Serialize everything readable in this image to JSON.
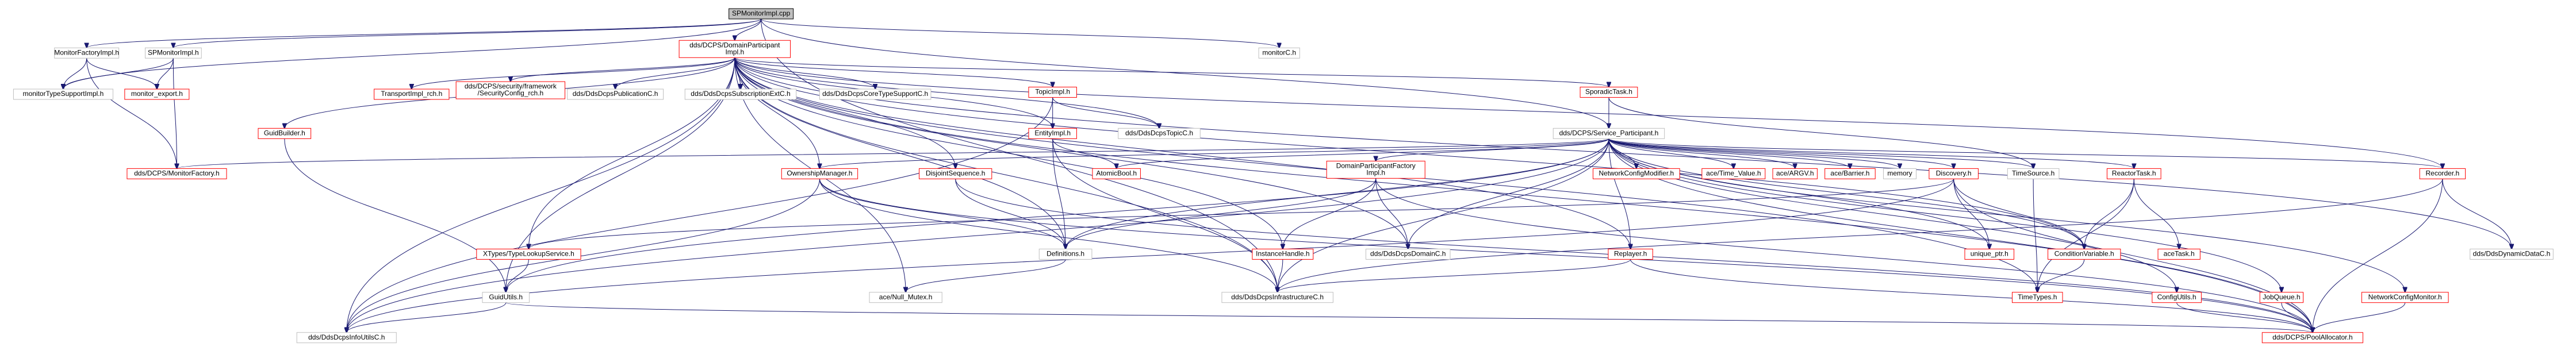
{
  "nodes": [
    {
      "id": "root",
      "lines": [
        "SPMonitorImpl.cpp"
      ],
      "style": "root"
    },
    {
      "id": "monitorfactoryimpl",
      "lines": [
        "MonitorFactoryImpl.h"
      ],
      "style": "normal"
    },
    {
      "id": "spmonitorimpl_h",
      "lines": [
        "SPMonitorImpl.h"
      ],
      "style": "normal"
    },
    {
      "id": "domainparticipantimpl",
      "lines": [
        "dds/DCPS/DomainParticipant",
        "Impl.h"
      ],
      "style": "red"
    },
    {
      "id": "monitorc",
      "lines": [
        "monitorC.h"
      ],
      "style": "plain"
    },
    {
      "id": "monitortypesupportimpl",
      "lines": [
        "monitorTypeSupportImpl.h"
      ],
      "style": "plain"
    },
    {
      "id": "monitor_export",
      "lines": [
        "monitor_export.h"
      ],
      "style": "red"
    },
    {
      "id": "transportimpl_rch",
      "lines": [
        "TransportImpl_rch.h"
      ],
      "style": "red"
    },
    {
      "id": "securityconfig_rch",
      "lines": [
        "dds/DCPS/security/framework",
        "/SecurityConfig_rch.h"
      ],
      "style": "red"
    },
    {
      "id": "ddsdcpspublicationc",
      "lines": [
        "dds/DdsDcpsPublicationC.h"
      ],
      "style": "plain"
    },
    {
      "id": "ddsdcpssubscriptionextc",
      "lines": [
        "dds/DdsDcpsSubscriptionExtC.h"
      ],
      "style": "plain"
    },
    {
      "id": "ddsdcpscoretypesupportc",
      "lines": [
        "dds/DdsDcpsCoreTypeSupportC.h"
      ],
      "style": "plain"
    },
    {
      "id": "topicimpl",
      "lines": [
        "TopicImpl.h"
      ],
      "style": "red"
    },
    {
      "id": "sporadictask",
      "lines": [
        "SporadicTask.h"
      ],
      "style": "red"
    },
    {
      "id": "guidbuilder",
      "lines": [
        "GuidBuilder.h"
      ],
      "style": "red"
    },
    {
      "id": "entityimpl",
      "lines": [
        "EntityImpl.h"
      ],
      "style": "red"
    },
    {
      "id": "ddsdcpstopicc",
      "lines": [
        "dds/DdsDcpsTopicC.h"
      ],
      "style": "plain"
    },
    {
      "id": "service_participant",
      "lines": [
        "dds/DCPS/Service_Participant.h"
      ],
      "style": "normal"
    },
    {
      "id": "dcps_monitorfactory",
      "lines": [
        "dds/DCPS/MonitorFactory.h"
      ],
      "style": "red"
    },
    {
      "id": "ownershipmanager",
      "lines": [
        "OwnershipManager.h"
      ],
      "style": "red"
    },
    {
      "id": "disjointsequence",
      "lines": [
        "DisjointSequence.h"
      ],
      "style": "red"
    },
    {
      "id": "atomicbool",
      "lines": [
        "AtomicBool.h"
      ],
      "style": "red"
    },
    {
      "id": "domainparticipantfactoryimpl",
      "lines": [
        "DomainParticipantFactory",
        "Impl.h"
      ],
      "style": "red"
    },
    {
      "id": "networkconfigmodifier",
      "lines": [
        "NetworkConfigModifier.h"
      ],
      "style": "red"
    },
    {
      "id": "ace_time_value",
      "lines": [
        "ace/Time_Value.h"
      ],
      "style": "red"
    },
    {
      "id": "ace_argv",
      "lines": [
        "ace/ARGV.h"
      ],
      "style": "red"
    },
    {
      "id": "ace_barrier",
      "lines": [
        "ace/Barrier.h"
      ],
      "style": "red"
    },
    {
      "id": "memory",
      "lines": [
        "memory"
      ],
      "style": "plain"
    },
    {
      "id": "discovery",
      "lines": [
        "Discovery.h"
      ],
      "style": "red"
    },
    {
      "id": "timesource",
      "lines": [
        "TimeSource.h"
      ],
      "style": "normal"
    },
    {
      "id": "reactortask",
      "lines": [
        "ReactorTask.h"
      ],
      "style": "red"
    },
    {
      "id": "recorder",
      "lines": [
        "Recorder.h"
      ],
      "style": "red"
    },
    {
      "id": "ddsdynamicdatac",
      "lines": [
        "dds/DdsDynamicDataC.h"
      ],
      "style": "plain"
    },
    {
      "id": "xtypes_typelookupservice",
      "lines": [
        "XTypes/TypeLookupService.h"
      ],
      "style": "red"
    },
    {
      "id": "definitions",
      "lines": [
        "Definitions.h"
      ],
      "style": "normal"
    },
    {
      "id": "ddsdcpsdomainc",
      "lines": [
        "dds/DdsDcpsDomainC.h"
      ],
      "style": "plain"
    },
    {
      "id": "instancehandle",
      "lines": [
        "InstanceHandle.h"
      ],
      "style": "red"
    },
    {
      "id": "replayer",
      "lines": [
        "Replayer.h"
      ],
      "style": "red"
    },
    {
      "id": "unique_ptr",
      "lines": [
        "unique_ptr.h"
      ],
      "style": "red"
    },
    {
      "id": "conditionvariable",
      "lines": [
        "ConditionVariable.h"
      ],
      "style": "red"
    },
    {
      "id": "acetask",
      "lines": [
        "aceTask.h"
      ],
      "style": "red"
    },
    {
      "id": "guidutils",
      "lines": [
        "GuidUtils.h"
      ],
      "style": "normal"
    },
    {
      "id": "ace_null_mutex",
      "lines": [
        "ace/Null_Mutex.h"
      ],
      "style": "plain"
    },
    {
      "id": "ddsdcpsinfrastructurec",
      "lines": [
        "dds/DdsDcpsInfrastructureC.h"
      ],
      "style": "plain"
    },
    {
      "id": "timetypes",
      "lines": [
        "TimeTypes.h"
      ],
      "style": "red"
    },
    {
      "id": "configutils",
      "lines": [
        "ConfigUtils.h"
      ],
      "style": "red"
    },
    {
      "id": "jobqueue",
      "lines": [
        "JobQueue.h"
      ],
      "style": "red"
    },
    {
      "id": "networkconfigmonitor",
      "lines": [
        "NetworkConfigMonitor.h"
      ],
      "style": "red"
    },
    {
      "id": "ddsdcpsinfoutilsc",
      "lines": [
        "dds/DdsDcpsInfoUtilsC.h"
      ],
      "style": "plain"
    },
    {
      "id": "dcps_poolallocator",
      "lines": [
        "dds/DCPS/PoolAllocator.h"
      ],
      "style": "red"
    }
  ],
  "edges": [
    [
      "root",
      "monitorfactoryimpl"
    ],
    [
      "root",
      "spmonitorimpl_h"
    ],
    [
      "root",
      "domainparticipantimpl"
    ],
    [
      "root",
      "monitorc"
    ],
    [
      "root",
      "monitortypesupportimpl"
    ],
    [
      "root",
      "service_participant"
    ],
    [
      "root",
      "ddsdcpsinfrastructurec"
    ],
    [
      "monitorfactoryimpl",
      "dcps_monitorfactory"
    ],
    [
      "monitorfactoryimpl",
      "monitortypesupportimpl"
    ],
    [
      "monitorfactoryimpl",
      "monitor_export"
    ],
    [
      "spmonitorimpl_h",
      "dcps_monitorfactory"
    ],
    [
      "spmonitorimpl_h",
      "monitortypesupportimpl"
    ],
    [
      "spmonitorimpl_h",
      "monitor_export"
    ],
    [
      "domainparticipantimpl",
      "transportimpl_rch"
    ],
    [
      "domainparticipantimpl",
      "securityconfig_rch"
    ],
    [
      "domainparticipantimpl",
      "ddsdcpspublicationc"
    ],
    [
      "domainparticipantimpl",
      "ddsdcpssubscriptionextc"
    ],
    [
      "domainparticipantimpl",
      "ddsdcpscoretypesupportc"
    ],
    [
      "domainparticipantimpl",
      "topicimpl"
    ],
    [
      "domainparticipantimpl",
      "sporadictask"
    ],
    [
      "domainparticipantimpl",
      "guidbuilder"
    ],
    [
      "domainparticipantimpl",
      "entityimpl"
    ],
    [
      "domainparticipantimpl",
      "ddsdcpstopicc"
    ],
    [
      "domainparticipantimpl",
      "ownershipmanager"
    ],
    [
      "domainparticipantimpl",
      "disjointsequence"
    ],
    [
      "domainparticipantimpl",
      "definitions"
    ],
    [
      "domainparticipantimpl",
      "ddsdcpsdomainc"
    ],
    [
      "domainparticipantimpl",
      "instancehandle"
    ],
    [
      "domainparticipantimpl",
      "replayer"
    ],
    [
      "domainparticipantimpl",
      "recorder"
    ],
    [
      "domainparticipantimpl",
      "ddsdynamicdatac"
    ],
    [
      "domainparticipantimpl",
      "xtypes_typelookupservice"
    ],
    [
      "domainparticipantimpl",
      "guidutils"
    ],
    [
      "domainparticipantimpl",
      "ddsdcpsinfoutilsc"
    ],
    [
      "domainparticipantimpl",
      "ddsdcpsinfrastructurec"
    ],
    [
      "domainparticipantimpl",
      "timetypes"
    ],
    [
      "domainparticipantimpl",
      "conditionvariable"
    ],
    [
      "domainparticipantimpl",
      "ace_null_mutex"
    ],
    [
      "domainparticipantimpl",
      "dcps_poolallocator"
    ],
    [
      "topicimpl",
      "entityimpl"
    ],
    [
      "topicimpl",
      "ddsdcpstopicc"
    ],
    [
      "topicimpl",
      "ddsdcpsinfoutilsc"
    ],
    [
      "sporadictask",
      "service_participant"
    ],
    [
      "sporadictask",
      "timesource"
    ],
    [
      "guidbuilder",
      "guidutils"
    ],
    [
      "entityimpl",
      "atomicbool"
    ],
    [
      "entityimpl",
      "definitions"
    ],
    [
      "entityimpl",
      "ddsdcpsinfrastructurec"
    ],
    [
      "service_participant",
      "dcps_monitorfactory"
    ],
    [
      "service_participant",
      "ownershipmanager"
    ],
    [
      "service_participant",
      "atomicbool"
    ],
    [
      "service_participant",
      "domainparticipantfactoryimpl"
    ],
    [
      "service_participant",
      "networkconfigmodifier"
    ],
    [
      "service_participant",
      "ace_time_value"
    ],
    [
      "service_participant",
      "ace_argv"
    ],
    [
      "service_participant",
      "ace_barrier"
    ],
    [
      "service_participant",
      "memory"
    ],
    [
      "service_participant",
      "discovery"
    ],
    [
      "service_participant",
      "timesource"
    ],
    [
      "service_participant",
      "reactortask"
    ],
    [
      "service_participant",
      "recorder"
    ],
    [
      "service_participant",
      "definitions"
    ],
    [
      "service_participant",
      "ddsdcpsdomainc"
    ],
    [
      "service_participant",
      "replayer"
    ],
    [
      "service_participant",
      "unique_ptr"
    ],
    [
      "service_participant",
      "ddsdcpsinfrastructurec"
    ],
    [
      "service_participant",
      "jobqueue"
    ],
    [
      "service_participant",
      "networkconfigmonitor"
    ],
    [
      "service_participant",
      "configutils"
    ],
    [
      "service_participant",
      "ddsdcpsinfoutilsc"
    ],
    [
      "service_participant",
      "guidutils"
    ],
    [
      "service_participant",
      "dcps_poolallocator"
    ],
    [
      "service_participant",
      "conditionvariable"
    ],
    [
      "ownershipmanager",
      "definitions"
    ],
    [
      "ownershipmanager",
      "ddsdcpsinfrastructurec"
    ],
    [
      "ownershipmanager",
      "ddsdcpsinfoutilsc"
    ],
    [
      "ownershipmanager",
      "dcps_poolallocator"
    ],
    [
      "disjointsequence",
      "definitions"
    ],
    [
      "disjointsequence",
      "dcps_poolallocator"
    ],
    [
      "domainparticipantfactoryimpl",
      "definitions"
    ],
    [
      "domainparticipantfactoryimpl",
      "ddsdcpsdomainc"
    ],
    [
      "domainparticipantfactoryimpl",
      "instancehandle"
    ],
    [
      "domainparticipantfactoryimpl",
      "dcps_poolallocator"
    ],
    [
      "discovery",
      "unique_ptr"
    ],
    [
      "discovery",
      "conditionvariable"
    ],
    [
      "discovery",
      "xtypes_typelookupservice"
    ],
    [
      "discovery",
      "ddsdcpsinfoutilsc"
    ],
    [
      "discovery",
      "dcps_poolallocator"
    ],
    [
      "timesource",
      "timetypes"
    ],
    [
      "reactortask",
      "conditionvariable"
    ],
    [
      "reactortask",
      "acetask"
    ],
    [
      "reactortask",
      "timetypes"
    ],
    [
      "recorder",
      "ddsdynamicdatac"
    ],
    [
      "recorder",
      "ddsdcpsinfrastructurec"
    ],
    [
      "recorder",
      "dcps_poolallocator"
    ],
    [
      "xtypes_typelookupservice",
      "guidutils"
    ],
    [
      "definitions",
      "ace_null_mutex"
    ],
    [
      "instancehandle",
      "ddsdcpsinfrastructurec"
    ],
    [
      "replayer",
      "ddsdcpsinfrastructurec"
    ],
    [
      "replayer",
      "dcps_poolallocator"
    ],
    [
      "conditionvariable",
      "timetypes"
    ],
    [
      "guidutils",
      "ddsdcpsinfoutilsc"
    ],
    [
      "guidutils",
      "dcps_poolallocator"
    ],
    [
      "configutils",
      "dcps_poolallocator"
    ],
    [
      "jobqueue",
      "dcps_poolallocator"
    ],
    [
      "networkconfigmonitor",
      "dcps_poolallocator"
    ]
  ]
}
